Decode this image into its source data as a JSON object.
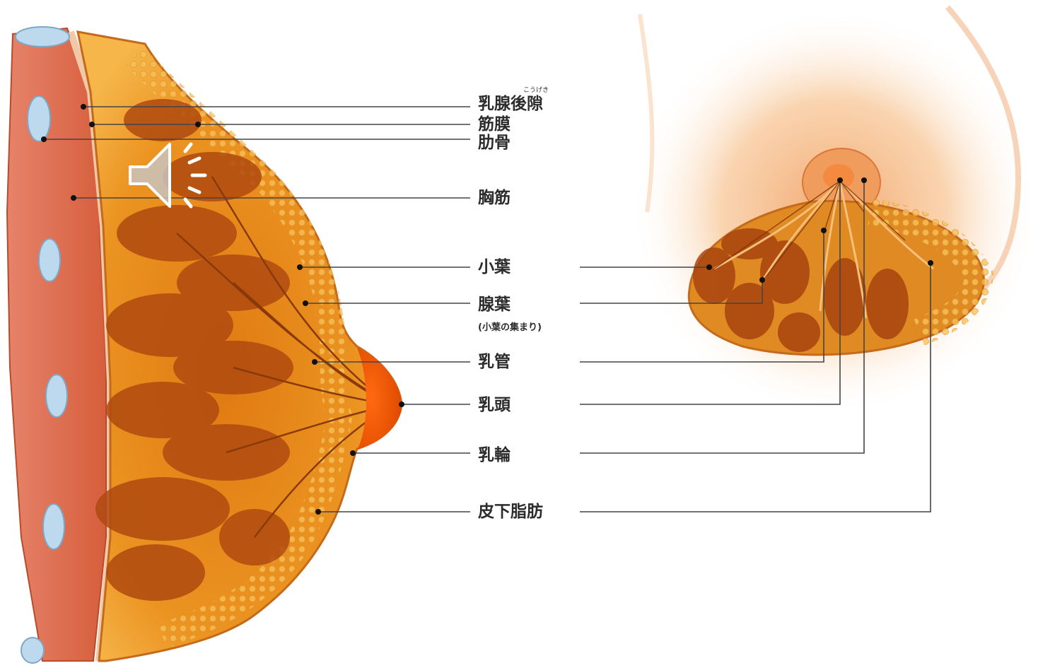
{
  "labels": {
    "retromammary_space": "乳腺後隙",
    "retromammary_ruby": "こうげき",
    "fascia": "筋膜",
    "rib": "肋骨",
    "pectoral_muscle": "胸筋",
    "lobule": "小葉",
    "lobe": "腺葉",
    "lobe_note": "(小葉の集まり)",
    "duct": "乳管",
    "nipple": "乳頭",
    "areola": "乳輪",
    "subcutaneous_fat": "皮下脂肪"
  },
  "icons": {
    "audio": "speaker-icon"
  },
  "colors": {
    "tissue": "#e88a1c",
    "gland": "#b04a10",
    "fat": "#f5b347",
    "muscle": "#d96a4a",
    "rib": "#bcd9ee",
    "leader": "#444444"
  }
}
